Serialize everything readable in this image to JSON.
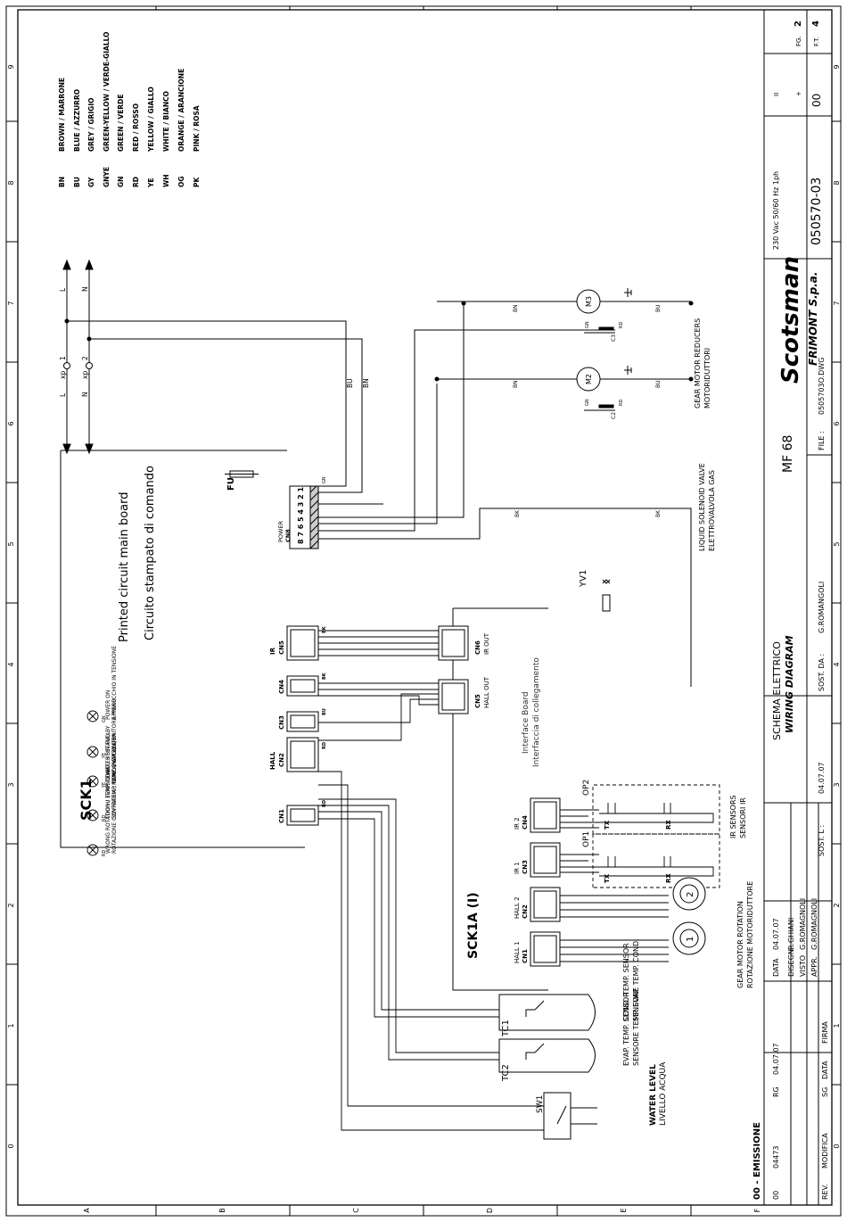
{
  "frame": {
    "row_letters": [
      "A",
      "B",
      "C",
      "D",
      "E",
      "F"
    ],
    "col_numbers": [
      "0",
      "1",
      "2",
      "3",
      "4",
      "5",
      "6",
      "7",
      "8",
      "9"
    ]
  },
  "legend": [
    {
      "code": "BN",
      "text": "BROWN / MARRONE"
    },
    {
      "code": "BU",
      "text": "BLUE / AZZURRO"
    },
    {
      "code": "GY",
      "text": "GREY / GRIGIO"
    },
    {
      "code": "GNYE",
      "text": "GREEN-YELLOW / VERDE-GIALLO"
    },
    {
      "code": "GN",
      "text": "GREEN / VERDE"
    },
    {
      "code": "RD",
      "text": "RED / ROSSO"
    },
    {
      "code": "YE",
      "text": "YELLOW / GIALLO"
    },
    {
      "code": "WH",
      "text": "WHITE / BIANCO"
    },
    {
      "code": "OG",
      "text": "ORANGE / ARANCIONE"
    },
    {
      "code": "PK",
      "text": "PINK / ROSA"
    }
  ],
  "supply": {
    "L": "L",
    "N": "N",
    "xp": "xp",
    "t1": "1",
    "t2": "2",
    "wire_bu": "BU",
    "wire_bn": "BN"
  },
  "main_board": {
    "ref": "SCK1",
    "title_en": "Printed circuit main board",
    "title_it": "Circuito stampato di comando",
    "fuse": "FU",
    "leds": [
      {
        "code": "GN",
        "text_en": "POWER ON",
        "text_it": "APPARECCHIO IN TENSIONE"
      },
      {
        "code": "YE",
        "text_en": "BIN FULL",
        "text_it": "CONTENITORE PIENO"
      },
      {
        "code": "YE",
        "text_en": "NO WATER",
        "text_it": "MANCANZA ACQUA"
      },
      {
        "code": "RD",
        "text_en": "TOO HI TEMP. COND./ 3° STAND BY",
        "text_it": "SOVRATEMP. COND./ ATTESA 3°"
      },
      {
        "code": "RD",
        "text_en": "WRONG ROTATION / EVAP. TEMP.",
        "text_it": "ROTAZIONE CONTRARIA / TEMP. EVAP."
      }
    ],
    "connectors": [
      {
        "id": "CN1",
        "label": "",
        "wire": "RD"
      },
      {
        "id": "CN2",
        "label": "HALL",
        "wire": "RD"
      },
      {
        "id": "CN3",
        "label": "",
        "wire": "BU"
      },
      {
        "id": "CN4",
        "label": "",
        "wire": "BK"
      },
      {
        "id": "CN5",
        "label": "IR",
        "wire": "BK"
      }
    ],
    "power_conn": {
      "id": "CN8",
      "label": "POWER",
      "pins": "8 7 6 5 4 3 2 1",
      "wire": "GN"
    }
  },
  "interface_board": {
    "ref": "SCK1A (I)",
    "title_en": "Interface Board",
    "title_it": "Interfaccia di collegamento",
    "cn6": {
      "id": "CN6",
      "label": "IR OUT"
    },
    "cn5": {
      "id": "CN5",
      "label": "HALL OUT"
    },
    "cn4": {
      "id": "CN4",
      "label": "IR 2"
    },
    "cn3": {
      "id": "CN3",
      "label": "IR 1"
    },
    "cn2": {
      "id": "CN2",
      "label": "HALL 2"
    },
    "cn1": {
      "id": "CN1",
      "label": "HALL 1"
    }
  },
  "ir_sensors": {
    "op1": "OP1",
    "op2": "OP2",
    "tx": "TX",
    "rx": "RX",
    "title_en": "IR SENSORS",
    "title_it": "SENSORI IR"
  },
  "gear_rotation": {
    "title_en": "GEAR MOTOR ROTATION",
    "title_it": "ROTAZIONE MOTORIDUTTORE",
    "s1": "1",
    "s2": "2"
  },
  "temp_sensors": [
    {
      "ref": "TC1",
      "en": "COND. TEMP. SENSOR",
      "it": "SENSORE TEMP. COND."
    },
    {
      "ref": "TC2",
      "en": "EVAP. TEMP. SENSOR",
      "it": "SENSORE TEMP. EVAP."
    }
  ],
  "water_level": {
    "ref": "SW1",
    "en": "WATER LEVEL",
    "it": "LIVELLO ACQUA"
  },
  "motors": {
    "m2": "M2",
    "m3": "M3",
    "c2": "C2",
    "c3": "C3",
    "gn": "GN",
    "rd": "RD",
    "bn": "BN",
    "bu": "BU",
    "title_en": "GEAR MOTOR REDUCERS",
    "title_it": "MOTORIDUTTORI"
  },
  "valve": {
    "ref": "YV1",
    "bk": "BK",
    "title_en": "LIQUID SOLENOID VALVE",
    "title_it": "ELETTROVALVOLA GAS"
  },
  "title_block": {
    "revision_line": "00 - EMISSIONE",
    "rev_row": [
      "00",
      "04473",
      "RG",
      "04.07.07"
    ],
    "data_label": "DATA",
    "data_value": "04.07.07",
    "disegn_label": "DISEGN.",
    "disegn_value": "R.GHIANI",
    "visto_label": "VISTO",
    "visto_value": "G.ROMAGNOLI",
    "appr_label": "APPR.",
    "appr_value": "G.ROMAGNOLI",
    "rev_label": "REV.",
    "modifica_label": "MODIFICA",
    "sg_label": "SG",
    "data2_label": "DATA",
    "firma_label": "FIRMA",
    "title_it": "SCHEMA ELETTRICO",
    "title_en": "WIRING DIAGRAM",
    "sost_l_label": "SOST. L :",
    "sost_l_value": "04.07.07",
    "sost_da_label": "SOST. DA :",
    "sost_da_value": "G.ROMANGOLI",
    "model": "MF 68",
    "file_label": "FILE :",
    "file_value": "0505703O.DWG",
    "company": "Scotsman",
    "company_sub": "FRIMONT S.p.a.",
    "supply_spec": "230 Vac 50/60 Hz 1ph",
    "drawing_no": "050570-03",
    "rev_no": "00",
    "ft_label": "F.T.",
    "ft_value": "4",
    "fg_label": "FG.",
    "fg_value": "2",
    "small_ii": "II",
    "small_plus": "+"
  }
}
